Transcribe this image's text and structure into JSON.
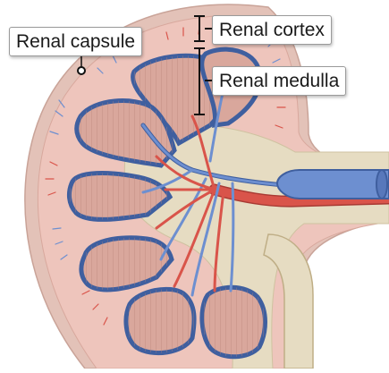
{
  "labels": {
    "renal_capsule": "Renal capsule",
    "renal_cortex": "Renal cortex",
    "renal_medulla": "Renal medulla"
  },
  "colors": {
    "capsule": "#e3c2b8",
    "cortex": "#eec5bc",
    "pyramid": "#d9a79c",
    "pyramid_striation": "#b88276",
    "sinus_fat": "#e6dcc2",
    "vein": "#6d8fd0",
    "vein_outline": "#3f5f9f",
    "artery": "#d9544a",
    "ureter": "#e6dcc2",
    "marker": "#111111"
  }
}
